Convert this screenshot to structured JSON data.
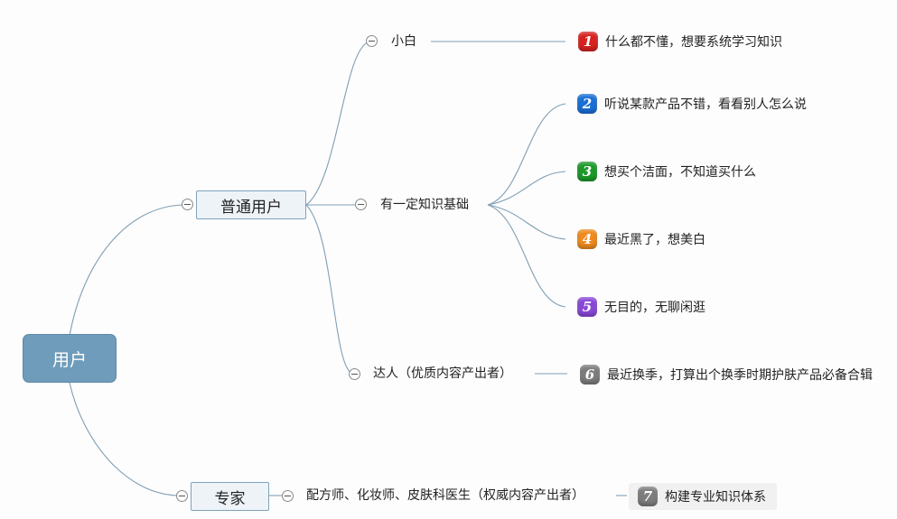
{
  "root": {
    "label": "用户"
  },
  "branches": {
    "ordinary": {
      "label": "普通用户"
    },
    "expert": {
      "label": "专家"
    }
  },
  "topics": {
    "novice": {
      "label": "小白"
    },
    "some_knowledge": {
      "label": "有一定知识基础"
    },
    "talent": {
      "label": "达人（优质内容产出者）"
    },
    "professionals": {
      "label": "配方师、化妆师、皮肤科医生（权威内容产出者）"
    }
  },
  "leaves": [
    {
      "number": "1",
      "text": "什么都不懂，想要系统学习知识",
      "color": "#d8231f"
    },
    {
      "number": "2",
      "text": "听说某款产品不错，看看别人怎么说",
      "color": "#1a6fd6"
    },
    {
      "number": "3",
      "text": "想买个洁面，不知道买什么",
      "color": "#1c9a2a"
    },
    {
      "number": "4",
      "text": "最近黑了，想美白",
      "color": "#ef8a1e"
    },
    {
      "number": "5",
      "text": "无目的，无聊闲逛",
      "color": "#8a48d8"
    },
    {
      "number": "6",
      "text": "最近换季，打算出个换季时期护肤产品必备合辑",
      "color": "#7d7d7d"
    },
    {
      "number": "7",
      "text": "构建专业知识体系",
      "color": "#7d7d7d"
    }
  ]
}
